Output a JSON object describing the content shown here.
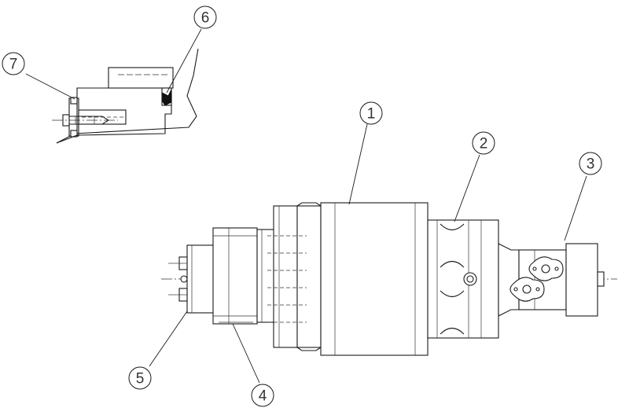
{
  "callouts": [
    {
      "label": "1"
    },
    {
      "label": "2"
    },
    {
      "label": "3"
    },
    {
      "label": "4"
    },
    {
      "label": "5"
    },
    {
      "label": "6"
    },
    {
      "label": "7"
    }
  ],
  "colors": {
    "line": "#1a1a1a",
    "background": "#ffffff",
    "seal": "#111111"
  }
}
